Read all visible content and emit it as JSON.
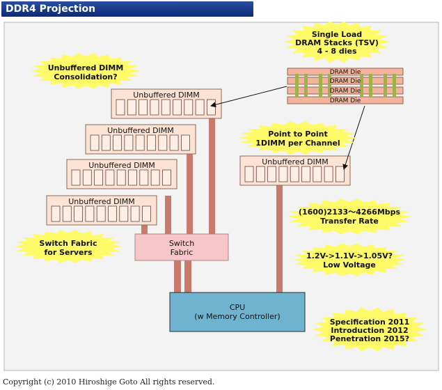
{
  "title": "DDR4 Projection",
  "copyright": "Copyright (c) 2010 Hiroshige Goto All rights reserved.",
  "dimm_label": "Unbuffered DIMM",
  "dram_die_label": "DRAM Die",
  "switch_fabric": [
    "Switch",
    "Fabric"
  ],
  "cpu": [
    "CPU",
    "(w Memory Controller)"
  ],
  "callouts": {
    "consolidation": [
      "Unbuffered DIMM",
      "Consolidation?"
    ],
    "single_load": [
      "Single Load",
      "DRAM Stacks (TSV)",
      "4 - 8 dies"
    ],
    "point_to_point": [
      "Point to Point",
      "1DIMM per Channel"
    ],
    "switch_servers": [
      "Switch Fabric",
      "for Servers"
    ],
    "transfer_rate": [
      "(1600)2133～4266Mbps",
      "Transfer Rate"
    ],
    "voltage": [
      "1.2V->1.1V->1.05V?",
      "Low Voltage"
    ],
    "schedule": [
      "Specification 2011",
      "Introduction 2012",
      "Penetration 2015?"
    ]
  },
  "colors": {
    "panel": "#f3f3f3",
    "dimm_fill": "#fde3d3",
    "chip_fill": "#ffeee4",
    "trace": "#c97a6a",
    "switch_fill": "#f6c6c9",
    "cpu_fill": "#6fb3cf",
    "burst_fill": "#fffa68",
    "die_fill": "#f2b49c"
  }
}
